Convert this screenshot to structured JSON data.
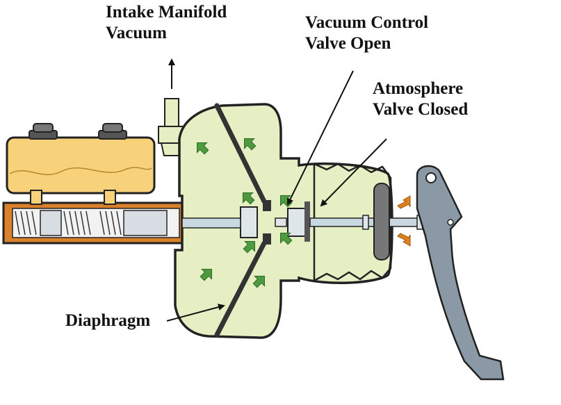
{
  "labels": {
    "intake_line1": "Intake Manifold",
    "intake_line2": "Vacuum",
    "vacuum_control_line1": "Vacuum Control",
    "vacuum_control_line2": "Valve Open",
    "atmosphere_line1": "Atmosphere",
    "atmosphere_line2": "Valve Closed",
    "diaphragm": "Diaphragm"
  },
  "colors": {
    "reservoir": "#f7d27a",
    "master_cylinder": "#d9822b",
    "booster_body": "#e6efc4",
    "outline": "#222222",
    "diaphragm": "#333333",
    "vacuum_arrows": "#4d9a3f",
    "atmosphere_arrows": "#e0831f",
    "pedal": "#8b99a6",
    "rod": "#c9d7e0"
  },
  "icons": {
    "vacuum_flow": "green-arrow-icon",
    "atmosphere_flow": "orange-arrow-icon",
    "outlet": "up-arrow-icon"
  }
}
